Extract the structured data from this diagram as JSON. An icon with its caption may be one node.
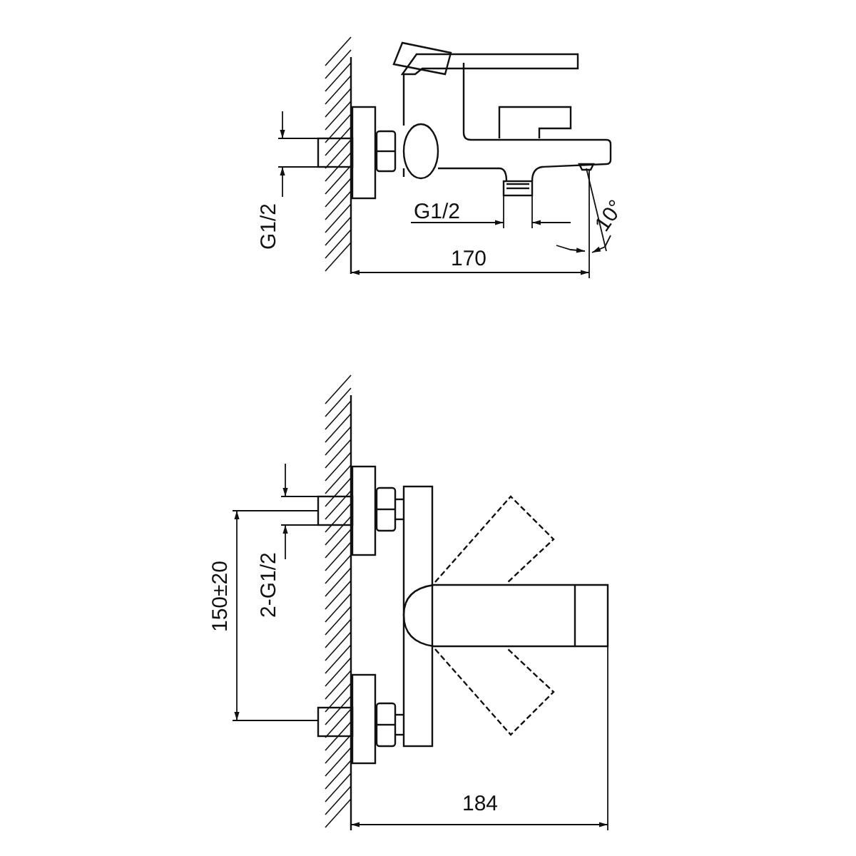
{
  "diagram": {
    "labels": [
      "G1/2",
      "G1/2",
      "170",
      "10°",
      "150±20",
      "2-G1/2",
      "184"
    ]
  }
}
